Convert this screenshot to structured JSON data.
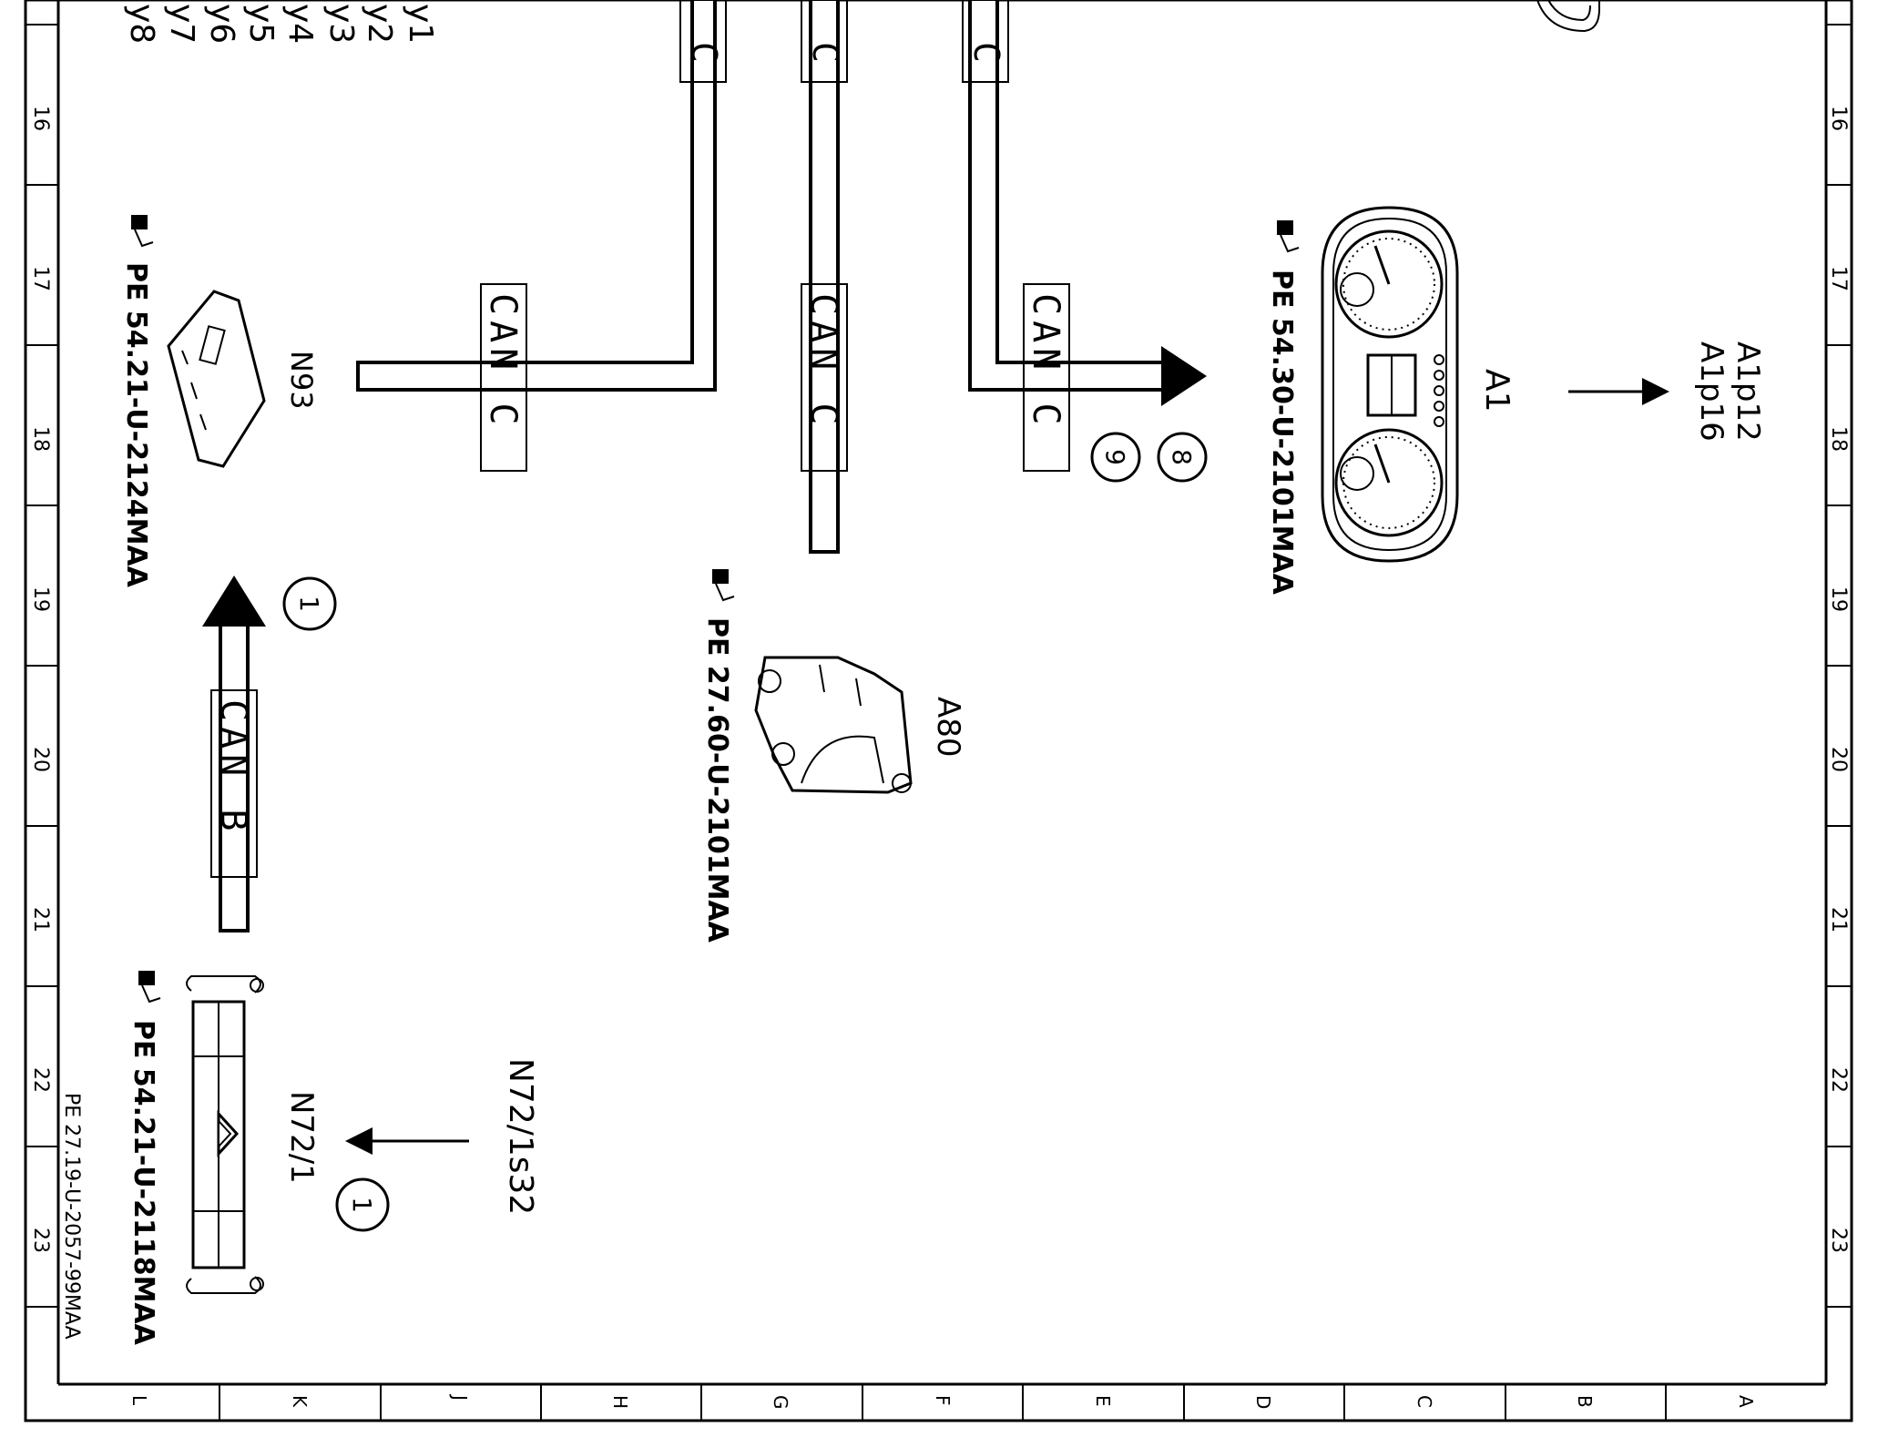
{
  "frame": {
    "row_numbers": [
      "16",
      "17",
      "18",
      "19",
      "20",
      "21",
      "22",
      "23"
    ],
    "column_letters": [
      "L",
      "K",
      "J",
      "H",
      "G",
      "F",
      "E",
      "D",
      "C",
      "B",
      "A"
    ],
    "drawing_id": "PE 27.19-U-2057-99MAA"
  },
  "top_labels": [
    "y1",
    "y2",
    "y3",
    "y4",
    "y5",
    "y6",
    "y7",
    "y8"
  ],
  "bus": {
    "can_c": "CAN C",
    "can_b": "CAN B",
    "partial_c": "C"
  },
  "components": {
    "n93": {
      "code": "N93",
      "ref": "PE 54.21-U-2124MAA"
    },
    "a80": {
      "code": "A80",
      "ref": "PE 27.60-U-2101MAA"
    },
    "a1": {
      "code": "A1",
      "ref": "PE 54.30-U-2101MAA",
      "targets": [
        "A1p12",
        "A1p16"
      ]
    },
    "n72": {
      "code": "N72/1",
      "ref": "PE 54.21-U-2118MAA",
      "source": "N72/1s32"
    }
  },
  "markers": {
    "m8": "8",
    "m9": "9",
    "m1a": "1",
    "m1b": "1"
  }
}
